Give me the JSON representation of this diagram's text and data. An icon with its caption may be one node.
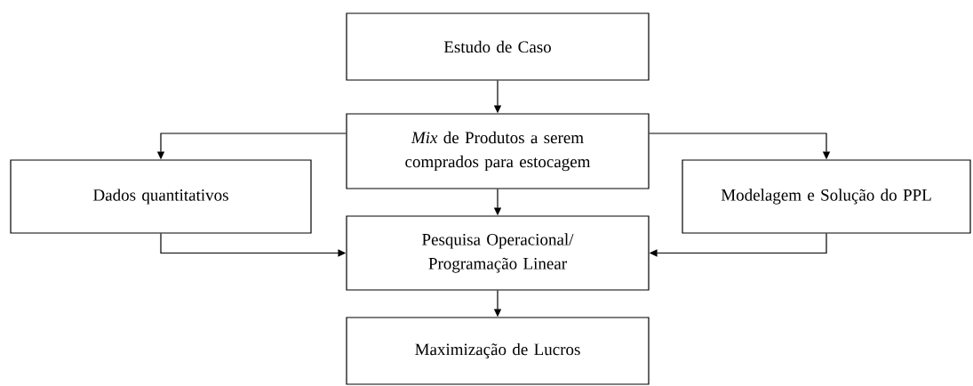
{
  "diagram": {
    "nodes": [
      {
        "text": [
          "Estudo de Caso"
        ]
      },
      {
        "text": [
          "*Mix* de Produtos a serem comprados para estocagem"
        ]
      },
      {
        "text": [
          "Dados quantitativos"
        ]
      },
      {
        "text": [
          "Modelagem e Solução do PPL"
        ]
      },
      {
        "text": [
          "Pesquisa Operacional/ Programação Linear"
        ]
      },
      {
        "text": [
          "Maximização de Lucros"
        ]
      }
    ],
    "edges": [
      {
        "from": 0,
        "to": 1,
        "arrow": "to"
      },
      {
        "from": 1,
        "to": 2,
        "arrow": "to"
      },
      {
        "from": 1,
        "to": 3,
        "arrow": "to"
      },
      {
        "from": 1,
        "to": 4,
        "arrow": "to"
      },
      {
        "from": 2,
        "to": 4,
        "arrow": "to"
      },
      {
        "from": 3,
        "to": 4,
        "arrow": "to"
      },
      {
        "from": 4,
        "to": 5,
        "arrow": "to"
      }
    ]
  }
}
